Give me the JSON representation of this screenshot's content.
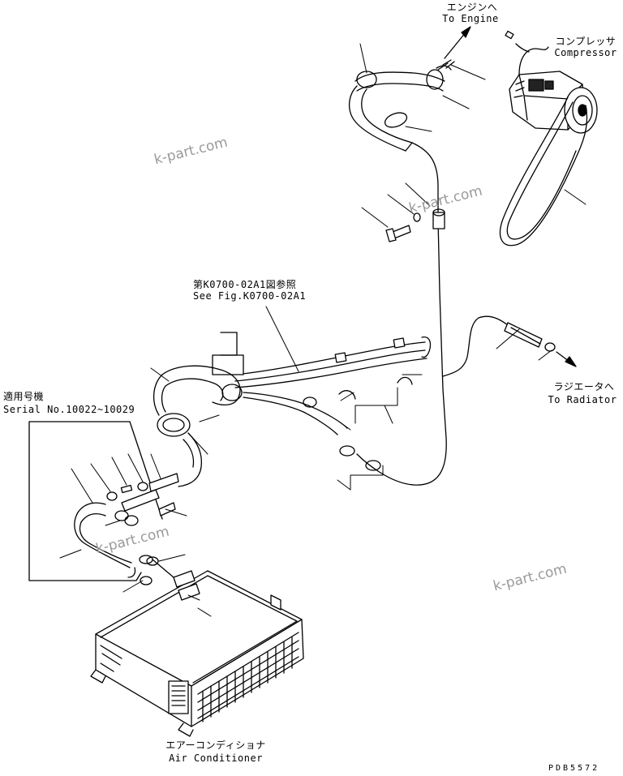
{
  "labels": {
    "engine_jp": "エンジンへ",
    "engine_en": "To Engine",
    "compressor_jp": "コンプレッサ",
    "compressor_en": "Compressor",
    "seefig_jp": "第K0700-02A1図参照",
    "seefig_en": "See Fig.K0700-02A1",
    "serial_jp": "適用号機",
    "serial_en": "Serial No.10022~10029",
    "radiator_jp": "ラジエータへ",
    "radiator_en": "To Radiator",
    "aircon_jp": "エアーコンディショナ",
    "aircon_en": "Air Conditioner"
  },
  "watermark": "k-part.com",
  "drawing_ref": "PDB5572"
}
